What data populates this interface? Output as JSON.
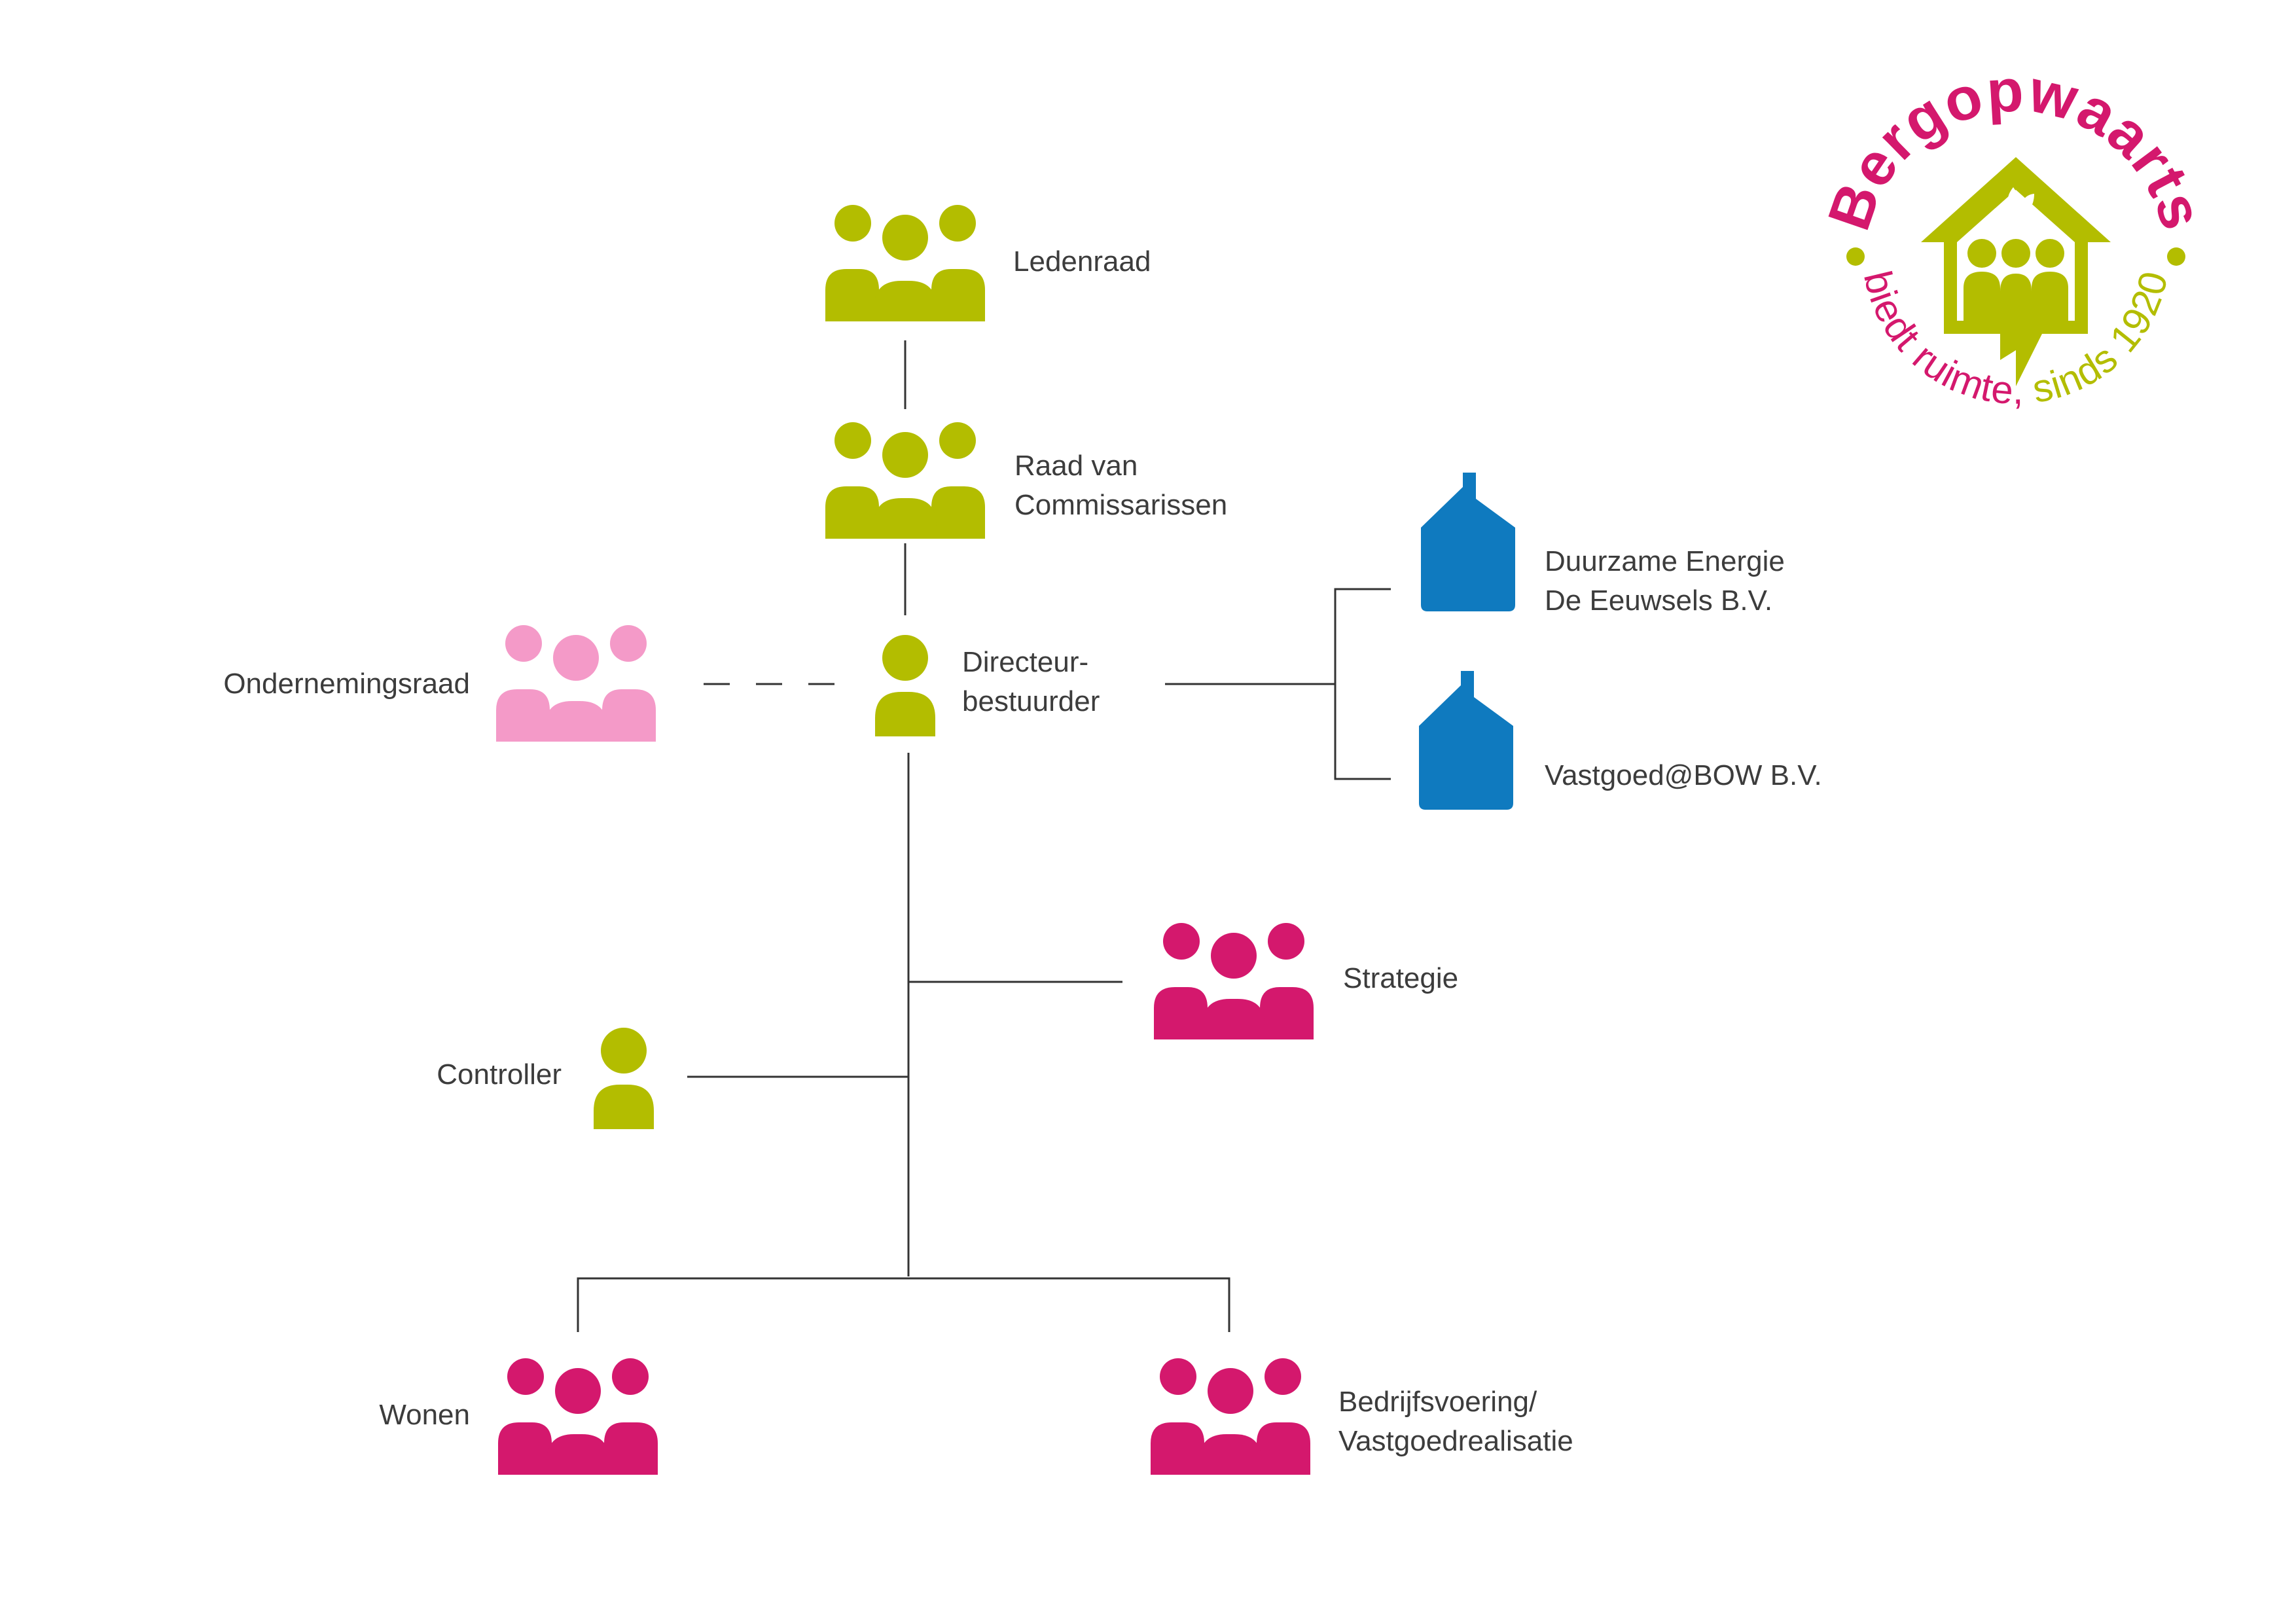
{
  "colors": {
    "green": "#b3bd00",
    "magenta": "#d4186d",
    "pink": "#f49ac8",
    "blue": "#0f7abf",
    "line": "#333333",
    "text": "#3c3c3c"
  },
  "nodes": {
    "ledenraad": {
      "icon": "group-icon",
      "lines": [
        "Ledenraad"
      ]
    },
    "raad": {
      "icon": "group-icon",
      "lines": [
        "Raad van",
        "Commissarissen"
      ]
    },
    "directeur": {
      "icon": "person-icon",
      "lines": [
        "Directeur-",
        "bestuurder"
      ]
    },
    "ondernemingsraad": {
      "icon": "group-icon",
      "lines": [
        "Ondernemingsraad"
      ]
    },
    "duurzame": {
      "icon": "house-icon",
      "lines": [
        "Duurzame Energie",
        "De Eeuwsels B.V."
      ]
    },
    "vastgoed": {
      "icon": "house-icon",
      "lines": [
        "Vastgoed@BOW B.V."
      ]
    },
    "strategie": {
      "icon": "group-icon",
      "lines": [
        "Strategie"
      ]
    },
    "controller": {
      "icon": "person-icon",
      "lines": [
        "Controller"
      ]
    },
    "wonen": {
      "icon": "group-icon",
      "lines": [
        "Wonen"
      ]
    },
    "bedrijfsvoering": {
      "icon": "group-icon",
      "lines": [
        "Bedrijfsvoering/",
        "Vastgoedrealisatie"
      ]
    }
  },
  "logo": {
    "name": "Bergopwaarts",
    "tagline": "biedt ruimte, sinds 1920"
  }
}
